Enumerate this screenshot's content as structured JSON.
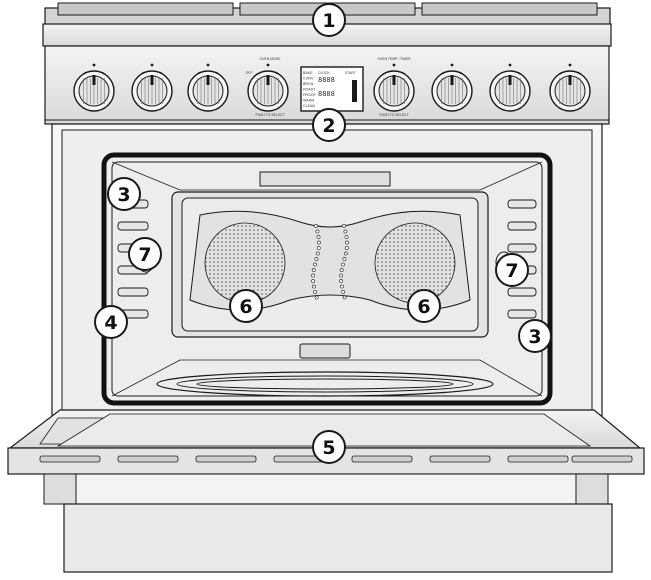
{
  "callouts": [
    {
      "id": "c1",
      "number": "1"
    },
    {
      "id": "c2",
      "number": "2"
    },
    {
      "id": "c3a",
      "number": "3"
    },
    {
      "id": "c3b",
      "number": "3"
    },
    {
      "id": "c4",
      "number": "4"
    },
    {
      "id": "c5",
      "number": "5"
    },
    {
      "id": "c6a",
      "number": "6"
    },
    {
      "id": "c6b",
      "number": "6"
    },
    {
      "id": "c7a",
      "number": "7"
    },
    {
      "id": "c7b",
      "number": "7"
    }
  ],
  "knob_labels": {
    "oven_mode": "OVEN MODE",
    "off": "OFF",
    "push_to_select_left": "PUSH TO SELECT",
    "oven_temp_timer": "OVEN TEMP / TIMER",
    "push_to_select_right": "PUSH TO SELECT"
  },
  "display": {
    "modes": [
      "BAKE",
      "CONV",
      "BROIL",
      "ROAST",
      "PROOF",
      "WARM",
      "CLEAN"
    ],
    "segments_top": "8888",
    "segments_bottom": "8888",
    "start_label": "START",
    "clock_label": "CLOCK"
  },
  "colors": {
    "outline": "#1a1a1a",
    "steel": "#e6e6e6",
    "cavity": "#ececec",
    "badge_fill": "#ffffff"
  }
}
